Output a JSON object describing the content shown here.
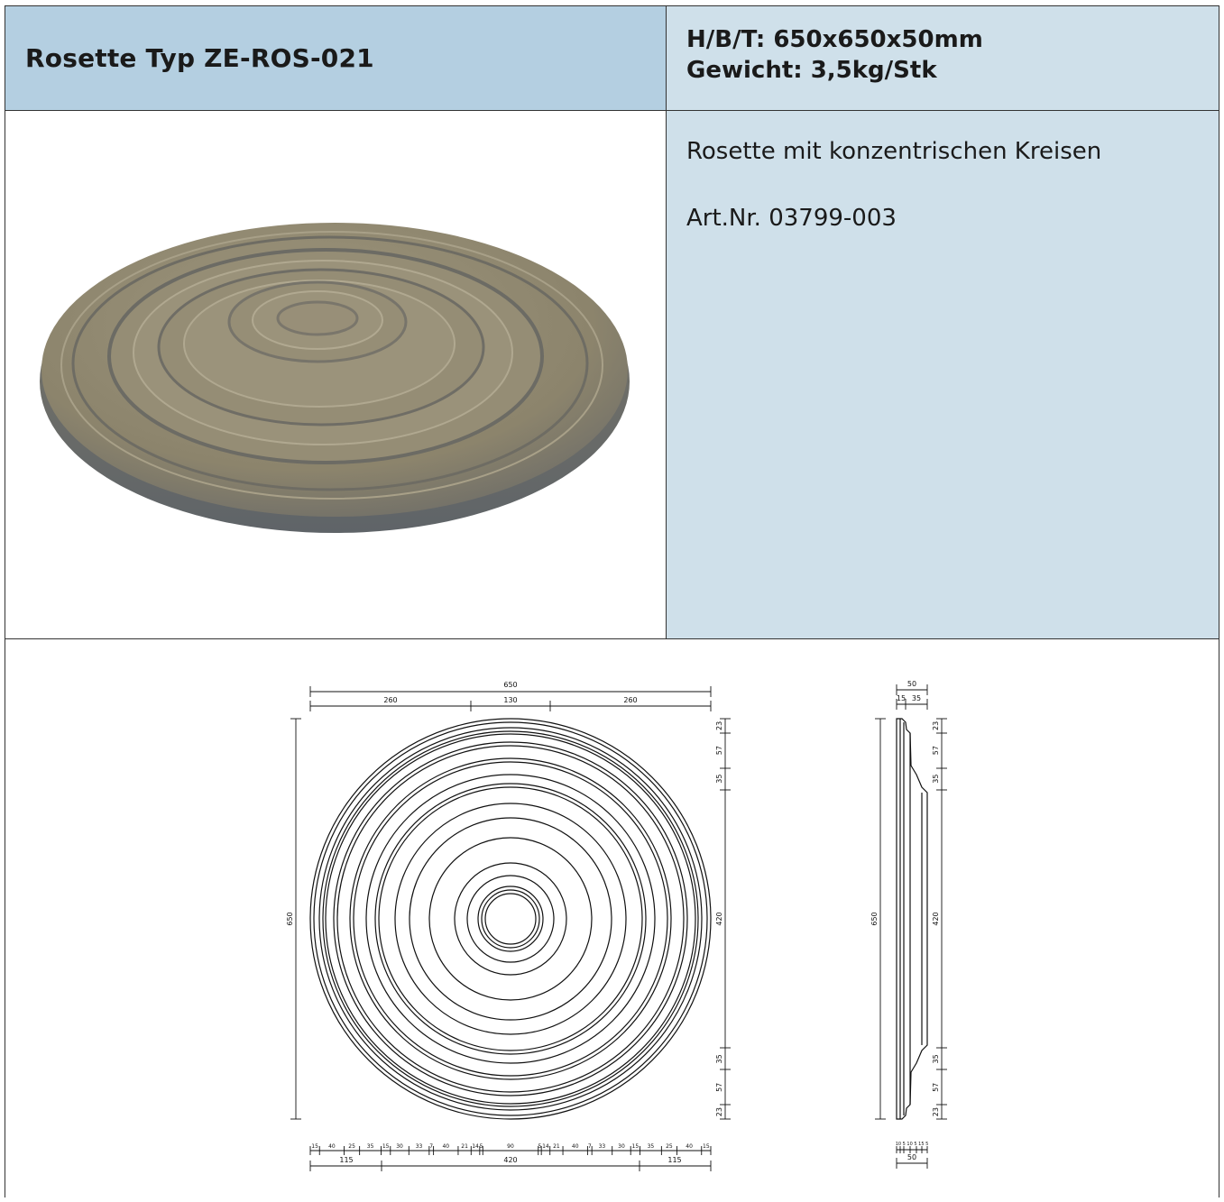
{
  "header": {
    "title": "Rosette Typ ZE-ROS-021",
    "dimensions": "H/B/T: 650x650x50mm",
    "weight": "Gewicht: 3,5kg/Stk"
  },
  "description": {
    "text": "Rosette mit konzentrischen Kreisen",
    "article_number": "Art.Nr. 03799-003"
  },
  "drawing": {
    "front": {
      "top_total": "650",
      "top_left": "260",
      "top_middle": "130",
      "top_right": "260",
      "left_total": "650",
      "right_dims": [
        "23",
        "57",
        "35",
        "420",
        "35",
        "57",
        "23"
      ],
      "bottom_detail": [
        "15",
        "40",
        "25",
        "35",
        "15",
        "30",
        "33",
        "7",
        "40",
        "21",
        "14",
        "5",
        "90",
        "5",
        "14",
        "21",
        "40",
        "7",
        "33",
        "30",
        "15",
        "35",
        "25",
        "40",
        "15"
      ],
      "bottom_left": "115",
      "bottom_middle": "420",
      "bottom_right": "115"
    },
    "side": {
      "top_total": "50",
      "top_a": "15",
      "top_b": "35",
      "left_total": "650",
      "right_dims": [
        "23",
        "57",
        "35",
        "420",
        "35",
        "57",
        "23"
      ],
      "bottom_detail": "10 5 10 5 15 5",
      "bottom_total": "50"
    }
  },
  "colors": {
    "header_left": "#b4cfe1",
    "header_right": "#cfe0ea",
    "rosette_body": "#8f8770"
  }
}
